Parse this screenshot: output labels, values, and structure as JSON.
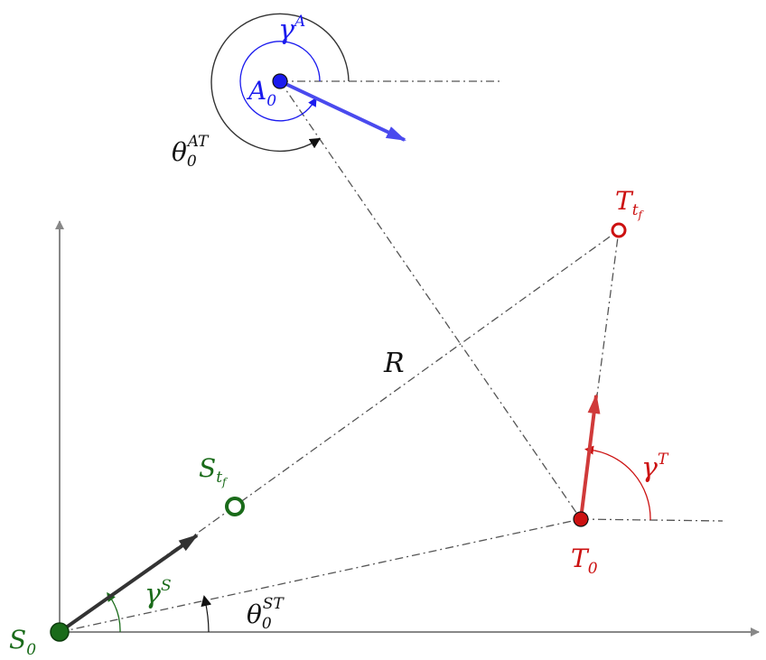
{
  "points": {
    "S0": {
      "label": "S",
      "sub": "0",
      "color": "#1a6b1a"
    },
    "Stf": {
      "label": "S",
      "sub": "t",
      "subsub": "f",
      "color": "#1a6b1a"
    },
    "T0": {
      "label": "T",
      "sub": "0",
      "color": "#cc1111"
    },
    "Ttf": {
      "label": "T",
      "sub": "t",
      "subsub": "f",
      "color": "#cc1111"
    },
    "A0": {
      "label": "A",
      "sub": "0",
      "color": "#1a1aee"
    }
  },
  "angles": {
    "gammaS": {
      "label": "γ",
      "sup": "S",
      "color": "#1a6b1a"
    },
    "gammaT": {
      "label": "γ",
      "sup": "T",
      "color": "#cc1111"
    },
    "gammaA": {
      "label": "γ",
      "sup": "A",
      "color": "#1a1aee"
    },
    "thetaST": {
      "label": "θ",
      "sub": "0",
      "sup": "ST",
      "color": "#111111"
    },
    "thetaAT": {
      "label": "θ",
      "sub": "0",
      "sup": "AT",
      "color": "#111111"
    }
  },
  "distance": {
    "label": "R",
    "color": "#111111"
  },
  "colors": {
    "axis": "#888888",
    "dashline": "#555555",
    "green": "#1a6b1a",
    "red": "#cc1111",
    "blue": "#1a1aee",
    "vectorBlue": "#4a4aee",
    "vectorRed": "#d03a3a",
    "vectorDark": "#333333"
  }
}
